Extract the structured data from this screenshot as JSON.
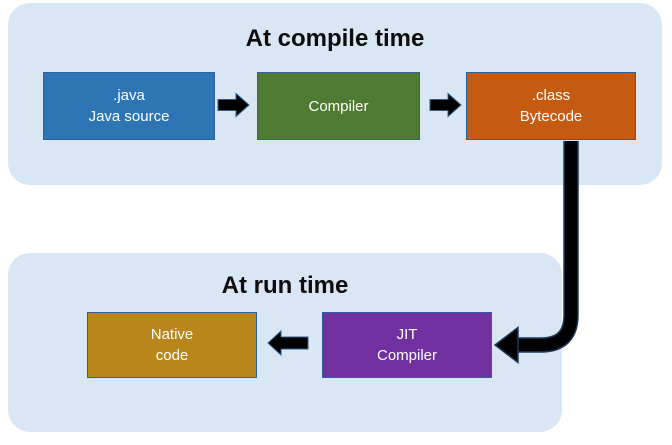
{
  "compile_section": {
    "title": "At compile time",
    "java_box": {
      "line1": ".java",
      "line2": "Java source"
    },
    "compiler_box": {
      "label": "Compiler"
    },
    "class_box": {
      "line1": ".class",
      "line2": "Bytecode"
    }
  },
  "run_section": {
    "title": "At run time",
    "native_box": {
      "line1": "Native",
      "line2": "code"
    },
    "jit_box": {
      "line1": "JIT",
      "line2": "Compiler"
    }
  },
  "colors": {
    "panel_bg": "#D9E7F5",
    "java_fill": "#2E75B6",
    "compiler_fill": "#4E7B31",
    "class_fill": "#C55A11",
    "jit_fill": "#7030A0",
    "native_fill": "#B8861B",
    "box_border": "#30609C",
    "arrow": "#000000",
    "title_text": "#0D0D0D",
    "box_text": "#FFFFFF"
  }
}
